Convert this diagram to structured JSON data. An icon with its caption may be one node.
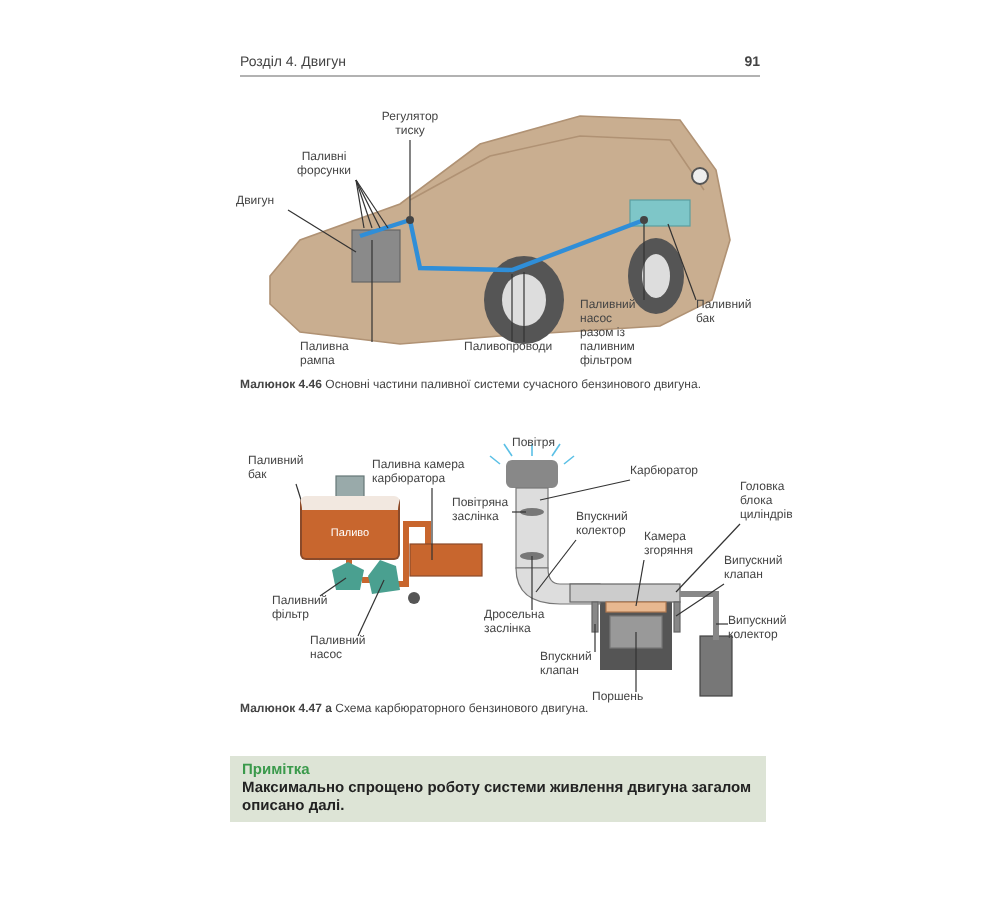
{
  "diagram": {
    "nodes": [
      {
        "text": [
          "Регулятор тиску"
        ]
      },
      {
        "text": [
          "Паливні форсунки"
        ]
      },
      {
        "text": [
          "Двигун"
        ]
      },
      {
        "text": [
          "Паливний бак"
        ]
      },
      {
        "text": [
          "Паливний насос разом із паливним фільтром"
        ]
      },
      {
        "text": [
          "Паливна рампа"
        ]
      },
      {
        "text": [
          "Паливопроводи"
        ]
      },
      {
        "text": [
          "Паливний бак"
        ]
      },
      {
        "text": [
          "Паливна камера карбюратора"
        ]
      },
      {
        "text": [
          "Карбюратор"
        ]
      },
      {
        "text": [
          "Повітряна заслінка"
        ]
      },
      {
        "text": [
          "Головка блока циліндрів"
        ]
      },
      {
        "text": [
          "Впускний колектор"
        ]
      },
      {
        "text": [
          "Камера згоряння"
        ]
      },
      {
        "text": [
          "Випускний клапан"
        ]
      },
      {
        "text": [
          "Паливний фільтр"
        ]
      },
      {
        "text": [
          "Випускний колектор"
        ]
      },
      {
        "text": [
          "Дросельна заслінка"
        ]
      },
      {
        "text": [
          "Паливний насос"
        ]
      },
      {
        "text": [
          "Впускний клапан"
        ]
      },
      {
        "text": [
          "Поршень"
        ]
      },
      {
        "text": [
          "Примітка",
          "Максимально спрощено роботу системи живлення двигуна загалом описано далі."
        ]
      },
      {
        "text": [
          "Паливо"
        ]
      },
      {
        "text": [],
        "shape": "picture"
      },
      {
        "text": [],
        "shape": "picture"
      },
      {
        "text": [],
        "shape": "box"
      },
      {
        "text": [],
        "shape": "circle",
        "in": 27
      },
      {
        "text": [],
        "shape": "box"
      },
      {
        "text": [],
        "shape": "circle",
        "in": 27
      },
      {
        "text": [],
        "shape": "picture"
      },
      {
        "text": [],
        "shape": "box"
      },
      {
        "text": [],
        "shape": "box"
      },
      {
        "text": [],
        "shape": "box"
      },
      {
        "text": [],
        "shape": "box"
      },
      {
        "text": [],
        "shape": "picture"
      },
      {
        "text": [],
        "shape": "box"
      }
    ],
    "edges": [
      {
        "from": 0,
        "to": null,
        "arrow": "none"
      },
      {
        "from": 1,
        "to": null,
        "arrow": "none"
      },
      {
        "from": 1,
        "to": null,
        "arrow": "none"
      },
      {
        "from": 1,
        "to": null,
        "arrow": "none"
      },
      {
        "from": 1,
        "to": null,
        "arrow": "none"
      },
      {
        "from": 2,
        "to": null,
        "arrow": "none"
      },
      {
        "from": 3,
        "to": null,
        "arrow": "none"
      },
      {
        "from": 4,
        "to": null,
        "arrow": "none"
      },
      {
        "from": 5,
        "to": null,
        "arrow": "none"
      },
      {
        "from": 6,
        "to": null,
        "arrow": "none"
      },
      {
        "from": 6,
        "to": null,
        "arrow": "none"
      },
      {
        "from": 7,
        "to": 22,
        "arrow": "none"
      },
      {
        "from": 8,
        "to": 25,
        "arrow": "none"
      },
      {
        "from": 9,
        "to": 27,
        "arrow": "none"
      },
      {
        "from": 10,
        "to": 26,
        "arrow": "none"
      },
      {
        "from": 11,
        "to": 30,
        "arrow": "none"
      },
      {
        "from": 12,
        "to": 29,
        "arrow": "none"
      },
      {
        "from": 13,
        "to": 31,
        "arrow": "none"
      },
      {
        "from": 14,
        "to": 33,
        "arrow": "none"
      },
      {
        "from": 15,
        "to": 23,
        "arrow": "none"
      },
      {
        "from": 16,
        "to": 34,
        "arrow": "none"
      },
      {
        "from": 17,
        "to": 28,
        "arrow": "none"
      },
      {
        "from": 18,
        "to": 24,
        "arrow": "none"
      },
      {
        "from": 19,
        "to": 32,
        "arrow": "none"
      },
      {
        "from": 20,
        "to": 35,
        "arrow": "none"
      },
      {
        "from": 22,
        "to": 23,
        "arrow": "none",
        "style": "thick",
        "color": "#c8662e"
      },
      {
        "from": 23,
        "to": 24,
        "arrow": "none",
        "style": "thick",
        "color": "#c8662e"
      },
      {
        "from": 24,
        "to": 25,
        "arrow": "none",
        "style": "thick",
        "color": "#c8662e"
      }
    ],
    "labels": [
      "Розділ 4. Двигун",
      "91",
      "**Малюнок 4.46** Основні частини паливної системи сучасного бензинового двигуна.",
      "Повітря",
      "**Малюнок 4.47 а** Схема карбюраторного бензинового двигуна."
    ]
  }
}
